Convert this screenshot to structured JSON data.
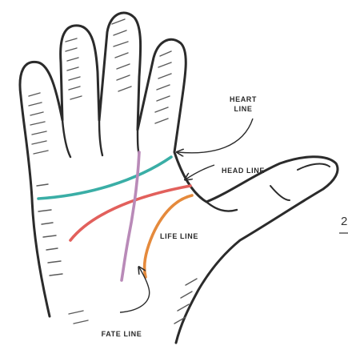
{
  "labels": {
    "heart_line": [
      "HEART",
      "LINE"
    ],
    "head_line": "HEAD LINE",
    "life_line": "LIFE LINE",
    "fate_line": "FATE LINE"
  },
  "edge_fragment": "2",
  "colors": {
    "heart_line": "#3aaea6",
    "head_line": "#e2605c",
    "life_line": "#e58a3c",
    "fate_line": "#b98ab8",
    "outline": "#2b2b2b",
    "shading": "#5a5a5a"
  }
}
